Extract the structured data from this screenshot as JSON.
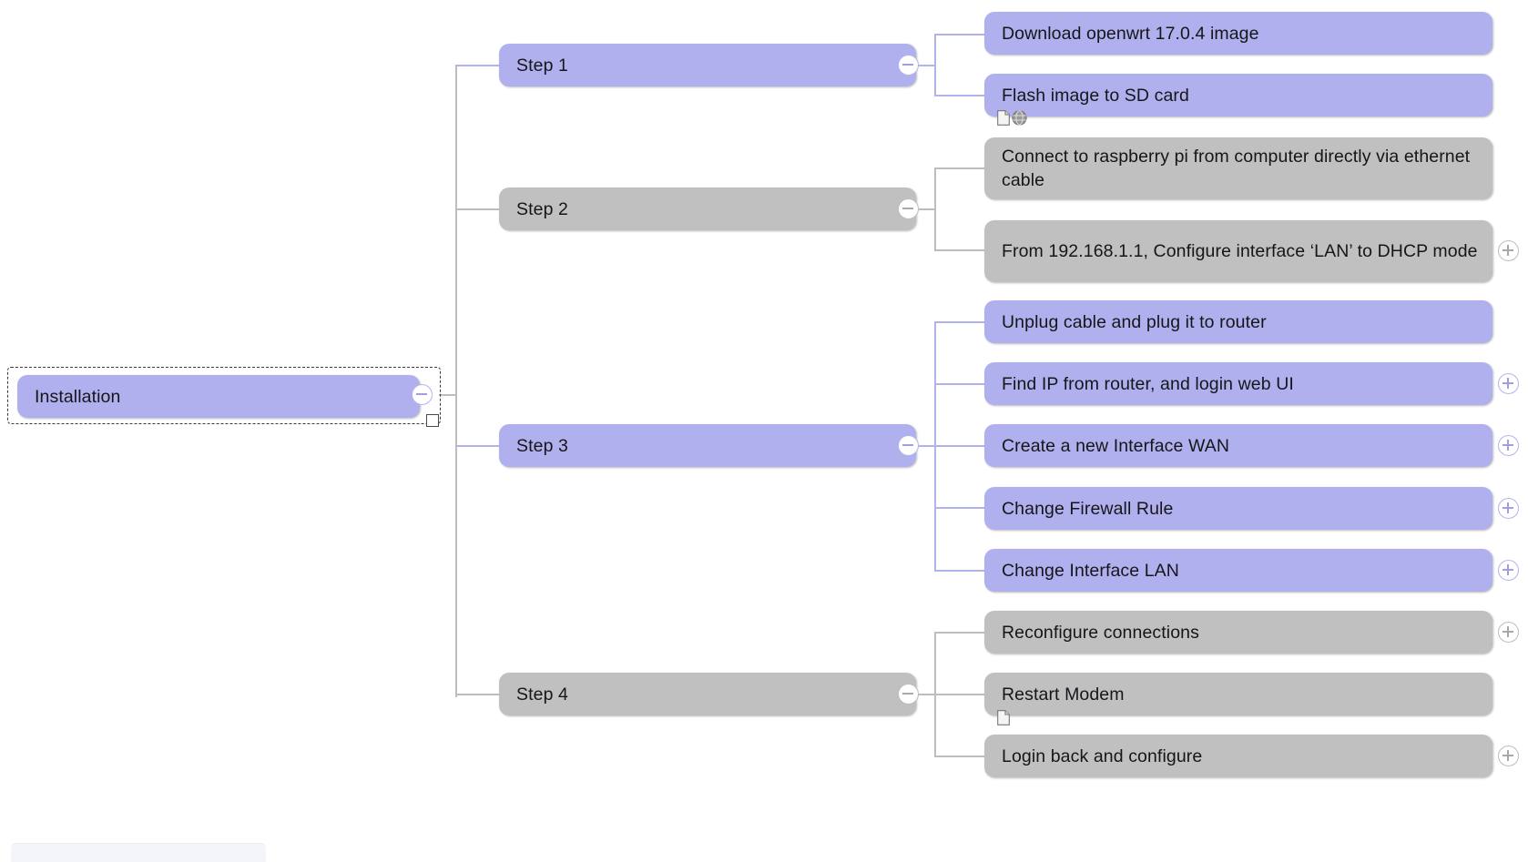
{
  "app": {
    "type": "mind-map-editor",
    "background_color": "#ffffff"
  },
  "colors": {
    "node_purple": "#b0b0ee",
    "node_gray": "#c0c0c0",
    "connector_purple": "#b3b3ec",
    "connector_gray": "#bdbdbd",
    "text": "#16161a",
    "selection_border": "#3a3a3a"
  },
  "root": {
    "label": "Installation",
    "color": "purple",
    "selected": true,
    "toggle": "minus",
    "toggle_name": "collapse-icon",
    "resize_handle": "resize-handle"
  },
  "branches": [
    {
      "label": "Step 1",
      "color": "purple",
      "toggle": "minus",
      "children": [
        {
          "label": "Download openwrt 17.0.4 image",
          "color": "purple",
          "toggle": null,
          "icons": []
        },
        {
          "label": "Flash image to SD card",
          "color": "purple",
          "toggle": null,
          "icons": [
            "note-icon",
            "globe-icon"
          ]
        }
      ]
    },
    {
      "label": "Step 2",
      "color": "gray",
      "toggle": "minus",
      "children": [
        {
          "label": "Connect to raspberry pi from computer directly via ethernet cable",
          "color": "gray",
          "toggle": null,
          "icons": []
        },
        {
          "label": "From 192.168.1.1, Configure interface ‘LAN’ to DHCP mode",
          "color": "gray",
          "toggle": "plus",
          "icons": []
        }
      ]
    },
    {
      "label": "Step 3",
      "color": "purple",
      "toggle": "minus",
      "children": [
        {
          "label": "Unplug cable and plug it to router",
          "color": "purple",
          "toggle": null,
          "icons": []
        },
        {
          "label": "Find IP from router, and login web UI",
          "color": "purple",
          "toggle": "plus",
          "icons": []
        },
        {
          "label": "Create a new Interface WAN",
          "color": "purple",
          "toggle": "plus",
          "icons": []
        },
        {
          "label": "Change Firewall Rule",
          "color": "purple",
          "toggle": "plus",
          "icons": []
        },
        {
          "label": "Change Interface LAN",
          "color": "purple",
          "toggle": "plus",
          "icons": []
        }
      ]
    },
    {
      "label": "Step 4",
      "color": "gray",
      "toggle": "minus",
      "children": [
        {
          "label": "Reconfigure connections",
          "color": "gray",
          "toggle": "plus",
          "icons": []
        },
        {
          "label": "Restart Modem",
          "color": "gray",
          "toggle": null,
          "icons": [
            "note-icon"
          ]
        },
        {
          "label": "Login back and configure",
          "color": "gray",
          "toggle": "plus",
          "icons": []
        }
      ]
    }
  ]
}
